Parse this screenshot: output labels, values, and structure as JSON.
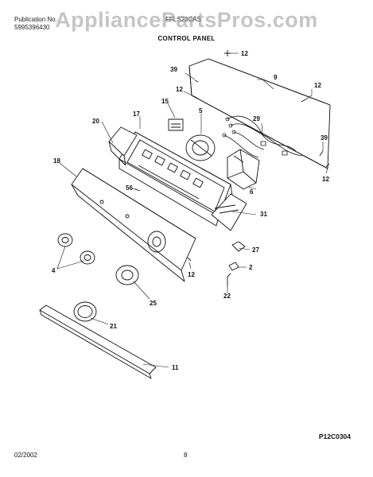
{
  "watermark": "AppliancePartsPros.com",
  "header": {
    "left_line1": "Publication No.",
    "left_line2": "5995396430",
    "right_line1": "FFLS23CAS",
    "title": "CONTROL PANEL"
  },
  "callouts": {
    "c12a": "12",
    "c39a": "39",
    "c9": "9",
    "c12b": "12",
    "c12c": "12",
    "c15": "15",
    "c5": "5",
    "c17": "17",
    "c20": "20",
    "c29": "29",
    "c39b": "39",
    "c12d": "12",
    "c18": "18",
    "c56": "56",
    "c6": "6",
    "c31": "31",
    "c4": "4",
    "c27": "27",
    "c2": "2",
    "c12e": "12",
    "c22": "22",
    "c25": "25",
    "c21": "21",
    "c11": "11"
  },
  "footer": {
    "part_code": "P12C0304",
    "date": "02/2002",
    "page": "8"
  }
}
